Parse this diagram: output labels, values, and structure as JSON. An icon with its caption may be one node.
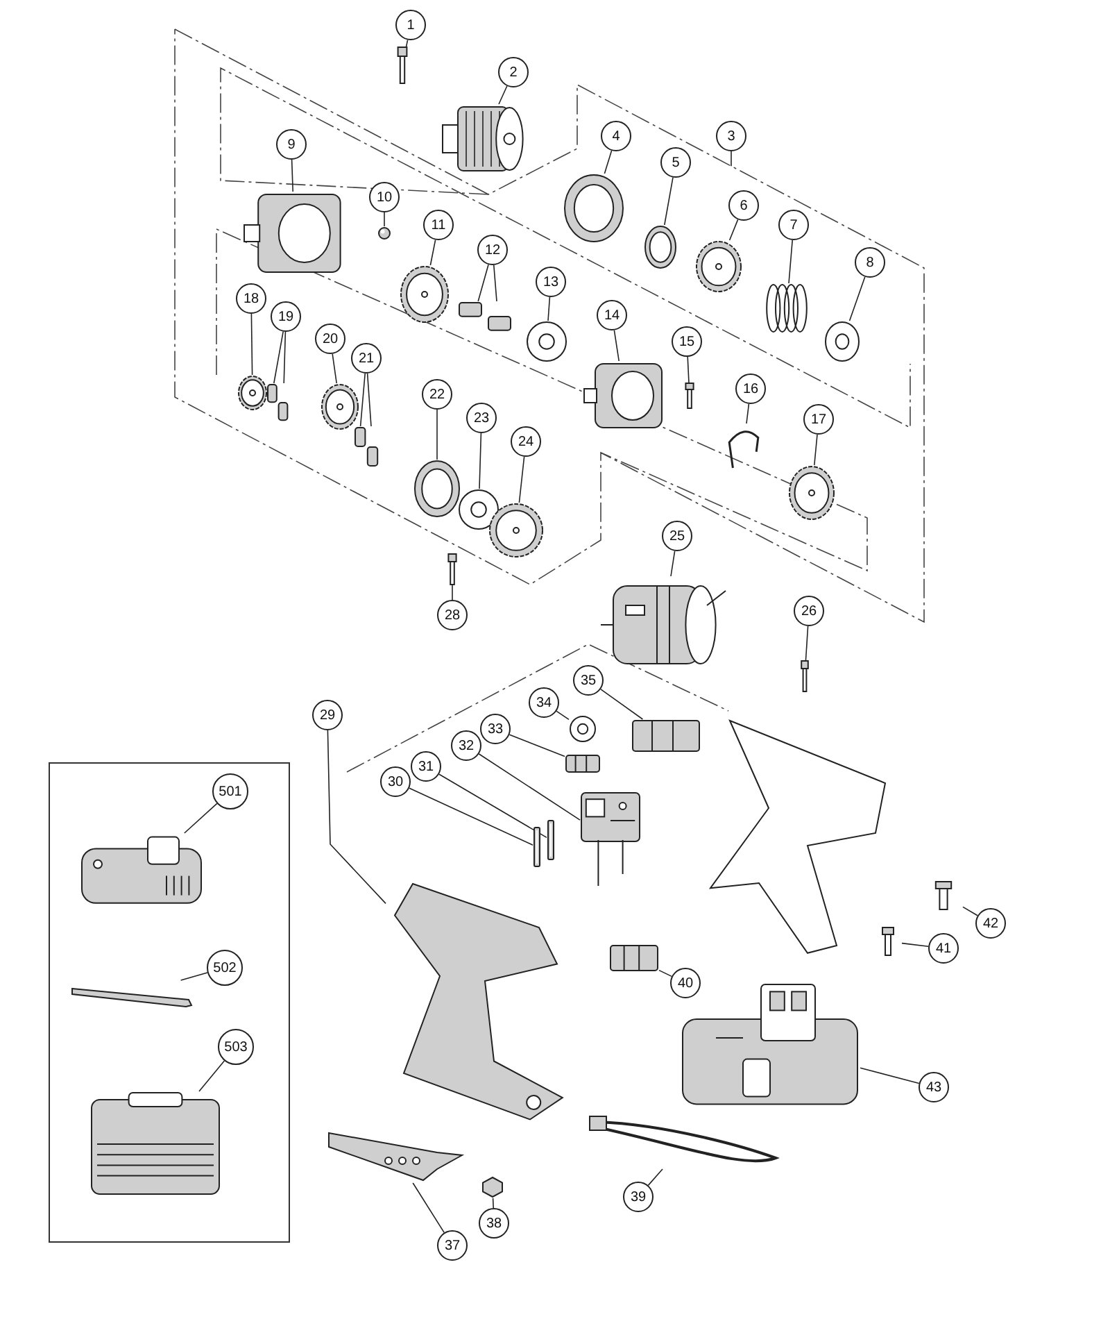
{
  "diagram": {
    "nodes": [
      {
        "text": [],
        "shape": "box"
      },
      {
        "text": [
          "1"
        ]
      },
      {
        "text": [
          "2"
        ]
      },
      {
        "text": [
          "3"
        ]
      },
      {
        "text": [
          "4"
        ]
      },
      {
        "text": [
          "5"
        ]
      },
      {
        "text": [
          "6"
        ]
      },
      {
        "text": [
          "7"
        ]
      },
      {
        "text": [
          "8"
        ]
      },
      {
        "text": [
          "9"
        ]
      },
      {
        "text": [
          "10"
        ]
      },
      {
        "text": [
          "11"
        ]
      },
      {
        "text": [
          "12"
        ]
      },
      {
        "text": [
          "13"
        ]
      },
      {
        "text": [
          "14"
        ]
      },
      {
        "text": [
          "15"
        ]
      },
      {
        "text": [
          "16"
        ]
      },
      {
        "text": [
          "17"
        ]
      },
      {
        "text": [
          "18"
        ]
      },
      {
        "text": [
          "19"
        ]
      },
      {
        "text": [
          "20"
        ]
      },
      {
        "text": [
          "21"
        ]
      },
      {
        "text": [
          "22"
        ]
      },
      {
        "text": [
          "23"
        ]
      },
      {
        "text": [
          "24"
        ]
      },
      {
        "text": [
          "25"
        ]
      },
      {
        "text": [
          "26"
        ]
      },
      {
        "text": [
          "28"
        ]
      },
      {
        "text": [
          "29"
        ]
      },
      {
        "text": [
          "34"
        ]
      },
      {
        "text": [
          "35"
        ]
      },
      {
        "text": [
          "33"
        ]
      },
      {
        "text": [
          "32"
        ]
      },
      {
        "text": [
          "31"
        ]
      },
      {
        "text": [
          "30"
        ]
      },
      {
        "text": [
          "501"
        ],
        "in": 0
      },
      {
        "text": [
          "502"
        ],
        "in": 0
      },
      {
        "text": [
          "503"
        ],
        "in": 0
      },
      {
        "text": [
          "42"
        ]
      },
      {
        "text": [
          "41"
        ]
      },
      {
        "text": [
          "40"
        ]
      },
      {
        "text": [
          "43"
        ]
      },
      {
        "text": [
          "39"
        ]
      },
      {
        "text": [
          "37"
        ]
      },
      {
        "text": [
          "38"
        ]
      },
      {
        "text": [],
        "shape": "picture"
      },
      {
        "text": [],
        "shape": "picture"
      },
      {
        "text": [],
        "shape": "picture"
      },
      {
        "text": [],
        "shape": "picture"
      },
      {
        "text": [],
        "shape": "picture"
      },
      {
        "text": [],
        "shape": "picture"
      },
      {
        "text": [],
        "shape": "picture"
      },
      {
        "text": [],
        "shape": "picture"
      },
      {
        "text": [],
        "shape": "picture"
      },
      {
        "text": [],
        "shape": "picture"
      },
      {
        "text": [],
        "shape": "picture"
      },
      {
        "text": [],
        "shape": "picture"
      },
      {
        "text": [],
        "shape": "picture"
      },
      {
        "text": [],
        "shape": "picture"
      },
      {
        "text": [],
        "shape": "picture"
      },
      {
        "text": [],
        "shape": "picture"
      },
      {
        "text": [],
        "shape": "picture"
      },
      {
        "text": [],
        "shape": "picture"
      },
      {
        "text": [],
        "shape": "picture"
      },
      {
        "text": [],
        "shape": "picture"
      },
      {
        "text": [],
        "shape": "picture"
      },
      {
        "text": [],
        "shape": "picture"
      },
      {
        "text": [],
        "shape": "picture"
      },
      {
        "text": [],
        "shape": "picture"
      },
      {
        "text": [],
        "shape": "picture"
      },
      {
        "text": [],
        "shape": "picture"
      },
      {
        "text": [],
        "shape": "picture"
      },
      {
        "text": [],
        "shape": "picture"
      },
      {
        "text": [],
        "shape": "picture"
      },
      {
        "text": [],
        "shape": "picture"
      },
      {
        "text": [],
        "shape": "picture"
      },
      {
        "text": [],
        "shape": "picture"
      },
      {
        "text": [],
        "shape": "picture"
      },
      {
        "text": [],
        "shape": "picture",
        "in": 0
      },
      {
        "text": [],
        "shape": "picture",
        "in": 0
      },
      {
        "text": [],
        "shape": "picture",
        "in": 0
      },
      {
        "text": [],
        "shape": "picture"
      },
      {
        "text": [],
        "shape": "picture"
      },
      {
        "text": [],
        "shape": "picture"
      },
      {
        "text": [],
        "shape": "picture"
      },
      {
        "text": [],
        "shape": "picture"
      },
      {
        "text": [],
        "shape": "picture"
      },
      {
        "text": [],
        "shape": "picture"
      }
    ],
    "edges": [
      {
        "from": 1,
        "to": 45,
        "arrow": "none"
      },
      {
        "from": 2,
        "to": 46,
        "arrow": "none"
      },
      {
        "from": 3,
        "to": null,
        "arrow": "none"
      },
      {
        "from": 4,
        "to": 47,
        "arrow": "none"
      },
      {
        "from": 5,
        "to": 48,
        "arrow": "none"
      },
      {
        "from": 6,
        "to": 49,
        "arrow": "none"
      },
      {
        "from": 7,
        "to": 50,
        "arrow": "none"
      },
      {
        "from": 8,
        "to": 51,
        "arrow": "none"
      },
      {
        "from": 9,
        "to": 52,
        "arrow": "none"
      },
      {
        "from": 10,
        "to": 53,
        "arrow": "none"
      },
      {
        "from": 11,
        "to": 54,
        "arrow": "none"
      },
      {
        "from": 12,
        "to": 55,
        "arrow": "none"
      },
      {
        "from": 12,
        "to": 55,
        "arrow": "none"
      },
      {
        "from": 13,
        "to": 56,
        "arrow": "none"
      },
      {
        "from": 14,
        "to": 57,
        "arrow": "none"
      },
      {
        "from": 15,
        "to": 58,
        "arrow": "none"
      },
      {
        "from": 16,
        "to": 59,
        "arrow": "none"
      },
      {
        "from": 17,
        "to": 60,
        "arrow": "none"
      },
      {
        "from": 18,
        "to": 61,
        "arrow": "none"
      },
      {
        "from": 19,
        "to": 62,
        "arrow": "none"
      },
      {
        "from": 19,
        "to": 62,
        "arrow": "none"
      },
      {
        "from": 20,
        "to": 63,
        "arrow": "none"
      },
      {
        "from": 21,
        "to": 64,
        "arrow": "none"
      },
      {
        "from": 21,
        "to": 64,
        "arrow": "none"
      },
      {
        "from": 22,
        "to": 65,
        "arrow": "none"
      },
      {
        "from": 23,
        "to": 66,
        "arrow": "none"
      },
      {
        "from": 24,
        "to": 67,
        "arrow": "none"
      },
      {
        "from": 25,
        "to": 68,
        "arrow": "none"
      },
      {
        "from": 26,
        "to": 69,
        "arrow": "none"
      },
      {
        "from": 27,
        "to": 70,
        "arrow": "none"
      },
      {
        "from": 28,
        "to": 71,
        "arrow": "none"
      },
      {
        "from": 29,
        "to": 72,
        "arrow": "none"
      },
      {
        "from": 30,
        "to": 73,
        "arrow": "none"
      },
      {
        "from": 31,
        "to": 74,
        "arrow": "none"
      },
      {
        "from": 32,
        "to": 75,
        "arrow": "none"
      },
      {
        "from": 33,
        "to": 76,
        "arrow": "none"
      },
      {
        "from": 34,
        "to": 77,
        "arrow": "none"
      },
      {
        "from": 35,
        "to": 78,
        "arrow": "none"
      },
      {
        "from": 36,
        "to": 79,
        "arrow": "none"
      },
      {
        "from": 37,
        "to": 80,
        "arrow": "none"
      },
      {
        "from": 38,
        "to": 81,
        "arrow": "none"
      },
      {
        "from": 39,
        "to": 82,
        "arrow": "none"
      },
      {
        "from": 40,
        "to": 83,
        "arrow": "none"
      },
      {
        "from": 41,
        "to": 84,
        "arrow": "none"
      },
      {
        "from": 42,
        "to": 85,
        "arrow": "none"
      },
      {
        "from": 43,
        "to": 86,
        "arrow": "none"
      },
      {
        "from": 44,
        "to": 87,
        "arrow": "none"
      }
    ]
  }
}
